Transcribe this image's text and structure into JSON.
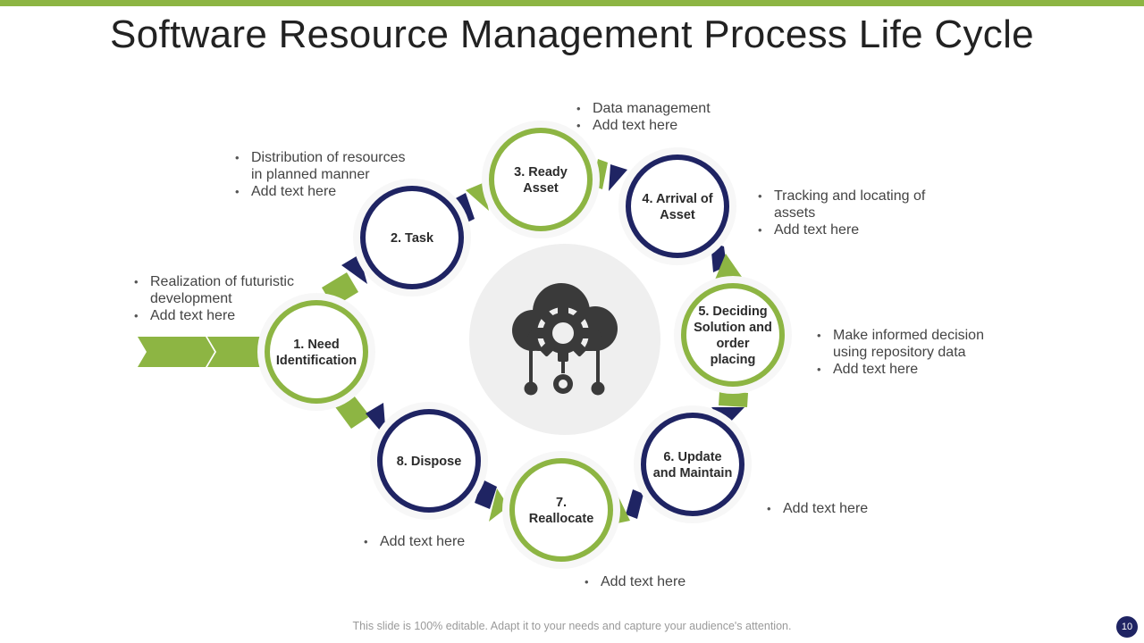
{
  "title": "Software Resource Management Process Life Cycle",
  "colors": {
    "green": "#8db543",
    "navy": "#1f2463",
    "gray": "#444444"
  },
  "center_icon": "cloud-gear-network-icon",
  "nodes": [
    {
      "id": "n1",
      "color": "green",
      "lines": [
        "1. Need",
        "Identification"
      ]
    },
    {
      "id": "n2",
      "color": "navy",
      "lines": [
        "2. Task"
      ]
    },
    {
      "id": "n3",
      "color": "green",
      "lines": [
        "3. Ready",
        "Asset"
      ]
    },
    {
      "id": "n4",
      "color": "navy",
      "lines": [
        "4. Arrival of",
        "Asset"
      ]
    },
    {
      "id": "n5",
      "color": "green",
      "lines": [
        "5. Deciding",
        "Solution and",
        "order",
        "placing"
      ]
    },
    {
      "id": "n6",
      "color": "navy",
      "lines": [
        "6. Update",
        "and Maintain"
      ]
    },
    {
      "id": "n7",
      "color": "green",
      "lines": [
        "7.",
        "Reallocate"
      ]
    },
    {
      "id": "n8",
      "color": "navy",
      "lines": [
        "8. Dispose"
      ]
    }
  ],
  "notes": {
    "n1": [
      "Realization of futuristic development",
      "Add text here"
    ],
    "n2": [
      "Distribution of resources in planned manner",
      "Add text here"
    ],
    "n3": [
      "Data management",
      "Add text here"
    ],
    "n4": [
      "Tracking and locating of assets",
      "Add text here"
    ],
    "n5": [
      "Make informed decision using repository data",
      "Add text here"
    ],
    "n6": [
      "Add text here"
    ],
    "n7": [
      "Add text here"
    ],
    "n8": [
      "Add text here"
    ]
  },
  "footer": "This slide is 100% editable. Adapt it to your needs and capture your audience's attention.",
  "page_number": "10"
}
